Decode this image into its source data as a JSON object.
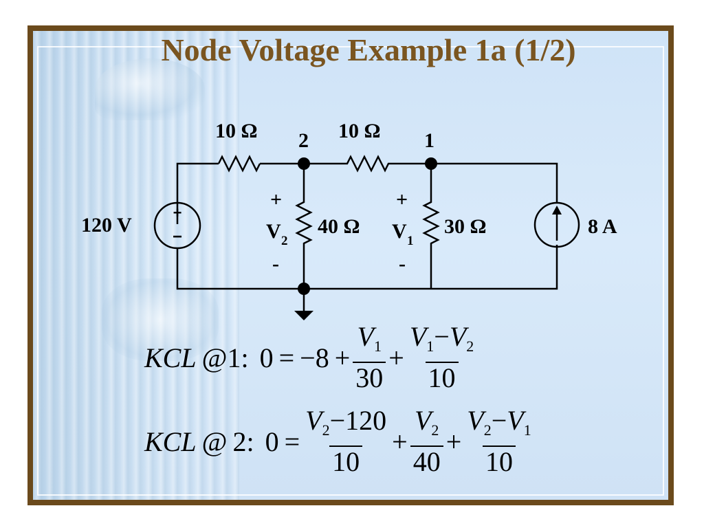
{
  "slide": {
    "title": "Node Voltage Example 1a (1/2)"
  },
  "circuit": {
    "source_voltage": "120 V",
    "source_plus": "+",
    "source_minus": "−",
    "r_left": "10 Ω",
    "r_mid": "10 Ω",
    "r_shunt2": "40 Ω",
    "r_shunt1": "30 Ω",
    "current_source": "8 A",
    "node2_label": "2",
    "node1_label": "1",
    "v2_plus": "+",
    "v2_name": "V",
    "v2_sub": "2",
    "v2_minus": "-",
    "v1_plus": "+",
    "v1_name": "V",
    "v1_sub": "1",
    "v1_minus": "-"
  },
  "equations": {
    "kcl1": {
      "lhs": "KCL",
      "at": "@",
      "node": "1",
      "colon": ":",
      "zero": "0",
      "eq": "=",
      "term0": "−8",
      "plus1": "+",
      "t1_num_v": "V",
      "t1_num_sub": "1",
      "t1_den": "30",
      "plus2": "+",
      "t2_num_a": "V",
      "t2_num_a_sub": "1",
      "t2_minus": "−",
      "t2_num_b": "V",
      "t2_num_b_sub": "2",
      "t2_den": "10"
    },
    "kcl2": {
      "lhs": "KCL",
      "at": "@",
      "node": "2",
      "colon": ":",
      "zero": "0",
      "eq": "=",
      "t1_num_v": "V",
      "t1_num_sub": "2",
      "t1_minus": "−",
      "t1_num_c": "120",
      "t1_den": "10",
      "plus1": "+",
      "t2_num_v": "V",
      "t2_num_sub": "2",
      "t2_den": "40",
      "plus2": "+",
      "t3_num_a": "V",
      "t3_num_a_sub": "2",
      "t3_minus": "−",
      "t3_num_b": "V",
      "t3_num_b_sub": "1",
      "t3_den": "10"
    }
  },
  "colors": {
    "frame": "#6b4a1c",
    "title": "#7a5520",
    "background": "#d9eafa"
  }
}
